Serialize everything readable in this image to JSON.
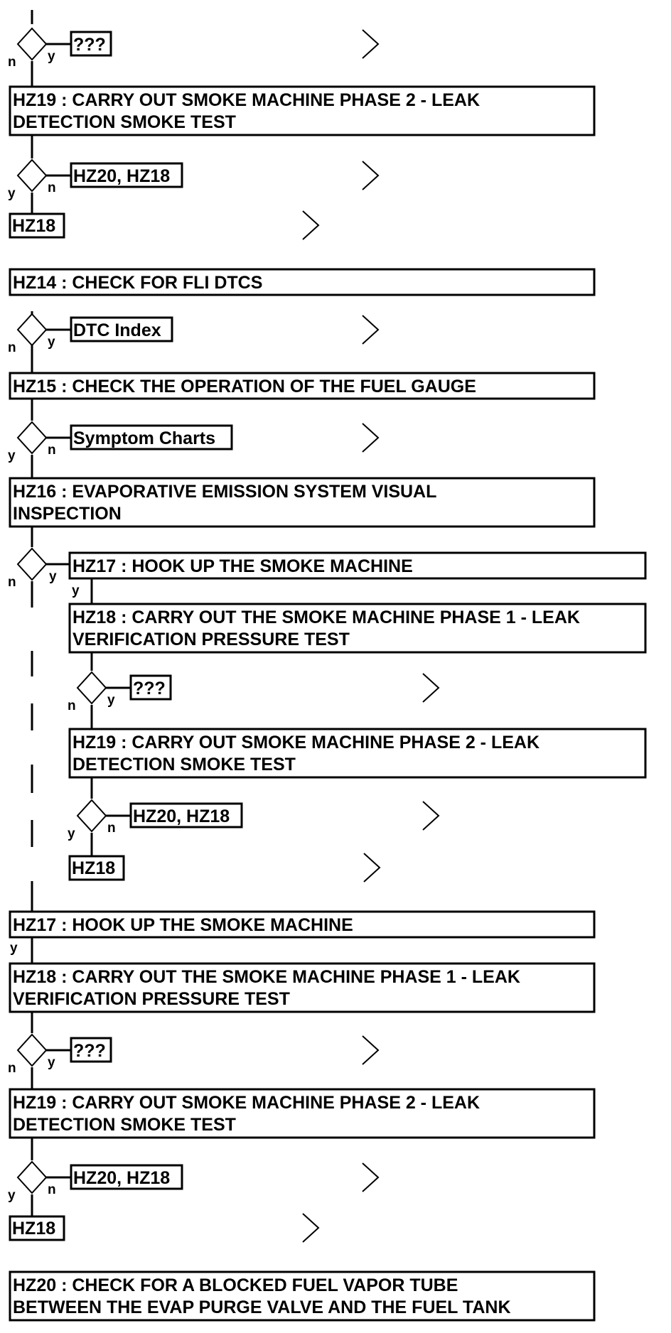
{
  "diagram": {
    "labels": {
      "yes": "y",
      "no": "n"
    },
    "steps": [
      {
        "id": "s1",
        "lines": [
          "HZ19 : CARRY OUT SMOKE MACHINE PHASE 2 - LEAK",
          "DETECTION SMOKE TEST"
        ]
      },
      {
        "id": "s2",
        "lines": [
          "HZ14 : CHECK FOR FLI DTCS"
        ]
      },
      {
        "id": "s3",
        "lines": [
          "HZ15 : CHECK THE OPERATION OF THE FUEL GAUGE"
        ]
      },
      {
        "id": "s4",
        "lines": [
          "HZ16 : EVAPORATIVE EMISSION SYSTEM VISUAL",
          "INSPECTION"
        ]
      },
      {
        "id": "s5",
        "lines": [
          "HZ17 : HOOK UP THE SMOKE MACHINE"
        ]
      },
      {
        "id": "s6",
        "lines": [
          "HZ18 : CARRY OUT THE SMOKE MACHINE PHASE 1 - LEAK",
          "VERIFICATION PRESSURE TEST"
        ]
      },
      {
        "id": "s7",
        "lines": [
          "HZ19 : CARRY OUT SMOKE MACHINE PHASE 2 - LEAK",
          "DETECTION SMOKE TEST"
        ]
      },
      {
        "id": "s8",
        "lines": [
          "HZ17 : HOOK UP THE SMOKE MACHINE"
        ]
      },
      {
        "id": "s9",
        "lines": [
          "HZ18 : CARRY OUT THE SMOKE MACHINE PHASE 1 - LEAK",
          "VERIFICATION PRESSURE TEST"
        ]
      },
      {
        "id": "s10",
        "lines": [
          "HZ19 : CARRY OUT SMOKE MACHINE PHASE 2 - LEAK",
          "DETECTION SMOKE TEST"
        ]
      },
      {
        "id": "s11",
        "lines": [
          "HZ20 : CHECK FOR A BLOCKED FUEL VAPOR TUBE",
          "BETWEEN THE EVAP PURGE VALVE AND THE FUEL TANK"
        ]
      }
    ],
    "branches": [
      {
        "id": "b1",
        "label": "???",
        "branch": "y",
        "through": "n"
      },
      {
        "id": "b2",
        "label": "HZ20, HZ18",
        "branch": "n",
        "through": "y"
      },
      {
        "id": "b3",
        "label": "DTC Index",
        "branch": "y",
        "through": "n"
      },
      {
        "id": "b4",
        "label": "Symptom Charts",
        "branch": "n",
        "through": "y"
      },
      {
        "id": "b5",
        "label": "",
        "branch": "y",
        "through": "n"
      },
      {
        "id": "b6",
        "label": "???",
        "branch": "y",
        "through": "n"
      },
      {
        "id": "b7",
        "label": "HZ20, HZ18",
        "branch": "n",
        "through": "y"
      },
      {
        "id": "b8",
        "label": "???",
        "branch": "y",
        "through": "n"
      },
      {
        "id": "b9",
        "label": "HZ20, HZ18",
        "branch": "n",
        "through": "y"
      }
    ],
    "endpoints": [
      {
        "id": "e1",
        "label": "HZ18"
      },
      {
        "id": "e2",
        "label": "HZ18"
      },
      {
        "id": "e3",
        "label": "HZ18"
      }
    ],
    "link_labels": [
      "y",
      "y",
      "y"
    ]
  }
}
